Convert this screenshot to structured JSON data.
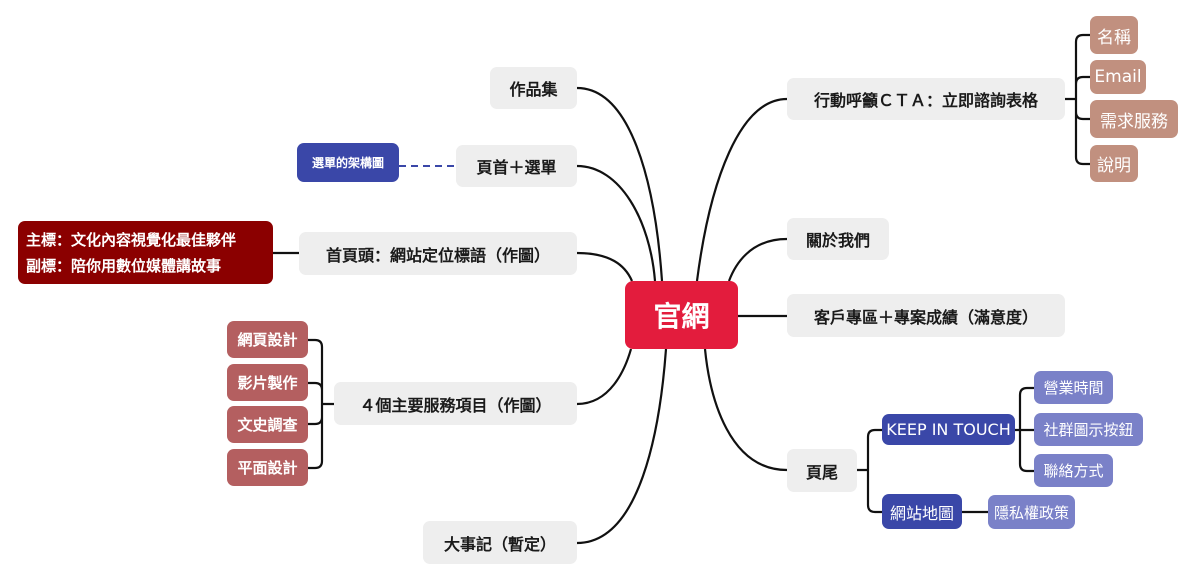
{
  "center": {
    "label": "官網",
    "color": "#E31C3D"
  },
  "left_branches": {
    "portfolio": {
      "label": "作品集"
    },
    "header_menu": {
      "label": "頁首＋選單",
      "note": {
        "label": "選單的架構圖"
      }
    },
    "hero": {
      "label": "首頁頭：網站定位標語（作圖）",
      "detail": {
        "line1": "主標：文化內容視覺化最佳夥伴",
        "line2": "副標：陪你用數位媒體講故事"
      }
    },
    "services": {
      "label": "４個主要服務項目（作圖）",
      "items": [
        "網頁設計",
        "影片製作",
        "文史調查",
        "平面設計"
      ]
    },
    "timeline": {
      "label": "大事記（暫定）"
    }
  },
  "right_branches": {
    "cta": {
      "label": "行動呼籲ＣＴＡ：立即諮詢表格",
      "items": [
        "名稱",
        "Email",
        "需求服務",
        "說明"
      ]
    },
    "about": {
      "label": "關於我們"
    },
    "clients": {
      "label": "客戶專區＋專案成績（滿意度）"
    },
    "footer": {
      "label": "頁尾",
      "keep_in_touch": {
        "label": "KEEP IN TOUCH",
        "items": [
          "營業時間",
          "社群圖示按鈕",
          "聯絡方式"
        ]
      },
      "sitemap": {
        "label": "網站地圖",
        "items": [
          "隱私權政策"
        ]
      }
    }
  },
  "colors": {
    "center": "#E31C3D",
    "topic": "#EEEEEE",
    "hero_detail": "#8B0000",
    "menu_note": "#3A47A8",
    "services": "#B45F60",
    "cta_items": "#C1907F",
    "footer_sub": "#3A47A8",
    "footer_leaf": "#7A81C8",
    "line": "#111111"
  }
}
